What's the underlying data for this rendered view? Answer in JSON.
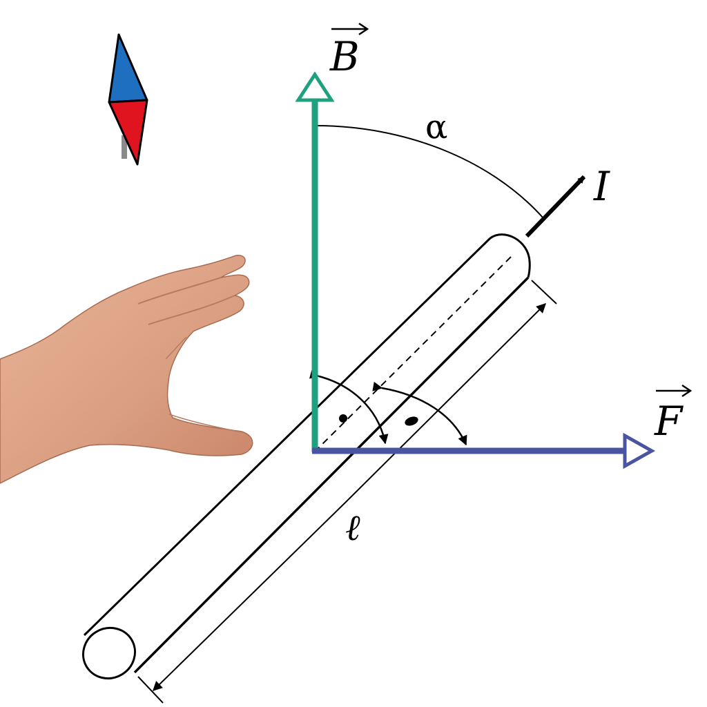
{
  "labels": {
    "field": "B",
    "force": "F",
    "current": "I",
    "angle": "α",
    "length": "ℓ"
  },
  "colors": {
    "field_vector": "#1fa07f",
    "force_vector": "#4a55a2",
    "compass_north": "#1e6fc0",
    "compass_south": "#e0141e",
    "hand_skin": "#e2a888",
    "outline": "#000000"
  },
  "icons": {
    "compass": "compass-needle-icon",
    "hand": "right-hand-icon",
    "right_angle_marks": "right-angle-dot-icon"
  }
}
